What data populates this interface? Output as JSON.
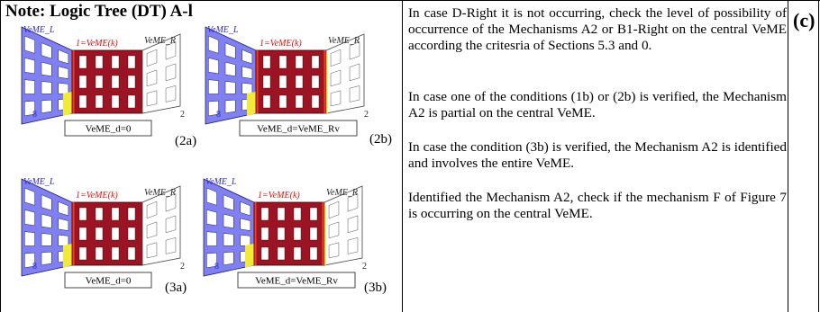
{
  "title": "Note: Logic Tree (DT) A-l",
  "label": "(c)",
  "figures": [
    {
      "label_left": "VeME_L",
      "label_right": "VeME_R",
      "formula": "1=VeME(k)",
      "num_left": "8",
      "num_right": "2",
      "box": "VeME_d=0",
      "caption": "(2a)"
    },
    {
      "label_left": "VeME_L",
      "label_right": "VeME_R",
      "formula": "1=VeME(k)",
      "num_left": "8",
      "num_right": "2",
      "box": "VeME_d=VeME_Rv",
      "caption": "(2b)"
    },
    {
      "label_left": "VeME_L",
      "label_right": "VeME_R",
      "formula": "1=VeME(k)",
      "num_left": "8",
      "num_right": "2",
      "box": "VeME_d=0",
      "caption": "(3a)"
    },
    {
      "label_left": "VeME_L",
      "label_right": "VeME_R",
      "formula": "1=VeME(k)",
      "num_left": "8",
      "num_right": "2",
      "box": "VeME_d=VeME_Rv",
      "caption": "(3b)"
    }
  ],
  "paragraphs": [
    "In case D-Right it is not occurring, check the level of possibility of occurrence of the Mechanisms A2 or B1-Right on the central VeME according the critesria of Sections 5.3 and 0.",
    "In case one of the conditions (1b) or (2b) is verified, the Mechanism A2 is partial on the central VeME.",
    "In case the condition (3b) is verified, the Mechanism A2 is identified and involves the entire VeME.",
    "Identified the Mechanism A2, check if the mechanism F of Figure 7 is occurring on the central VeME."
  ],
  "colors": {
    "left_wall": "#8080f0",
    "center_wall": "#9a1424",
    "right_wall": "#ffffff",
    "yellow": "#f2ea3a",
    "red_label": "#e01010",
    "blue_label": "#2a2ad0"
  }
}
